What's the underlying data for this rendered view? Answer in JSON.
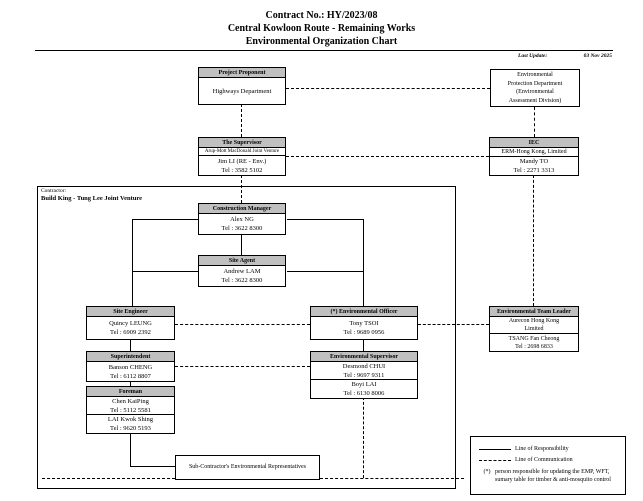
{
  "title": {
    "contract": "Contract No.: HY/2023/08",
    "project": "Central Kowloon Route - Remaining Works",
    "chart": "Environmental Organization Chart"
  },
  "last_update": {
    "label": "Last Update:",
    "value": "03 Nov 2025"
  },
  "contractor_frame": {
    "label": "Contractor:",
    "name": "Build King - Tung Lee Joint Venture"
  },
  "boxes": {
    "project_proponent": {
      "header": "Project Proponent",
      "body": "Highways Department"
    },
    "epd": {
      "line1": "Environmental",
      "line2": "Protection Department",
      "line3": "(Environmental",
      "line4": "Assessment Division)"
    },
    "supervisor": {
      "header": "The Supervisor",
      "org": "Arup-Mott MacDonald Joint Venture",
      "person": "Jim LI (RE - Env.)",
      "tel": "Tel : 3582 5102"
    },
    "iec": {
      "header": "IEC",
      "org": "ERM-Hong Kong, Limited",
      "person": "Mandy TO",
      "tel": "Tel : 2271 3313"
    },
    "construction_manager": {
      "header": "Construction Manager",
      "person": "Alex NG",
      "tel": "Tel : 3622 8300"
    },
    "site_agent": {
      "header": "Site Agent",
      "person": "Andrew LAM",
      "tel": "Tel : 3622 8300"
    },
    "site_engineer": {
      "header": "Site Engineer",
      "person": "Quincy LEUNG",
      "tel": "Tel : 6909 2392"
    },
    "environmental_officer": {
      "header": "(*) Environmental Officer",
      "person": "Tony TSOI",
      "tel": "Tel : 9689 0956"
    },
    "environmental_team_leader": {
      "header": "Environmental Team Leader",
      "org_line1": "Aurecon Hong Kong",
      "org_line2": "Limited",
      "person": "TSANG Fan Cheong",
      "tel": "Tel : 2698 6833"
    },
    "superintendent": {
      "header": "Superintendent",
      "person": "Banson CHENG",
      "tel": "Tel : 6112 8807"
    },
    "environmental_supervisor": {
      "header": "Environmental Supervisor",
      "person1": "Desmond CHUI",
      "tel1": "Tel : 9697 9311",
      "person2": "Boyi LAI",
      "tel2": "Tel : 6130 8006"
    },
    "foreman": {
      "header": "Foreman",
      "person1": "Chen KaiPing",
      "tel1": "Tel : 5112 5581",
      "person2": "LAI Kwok Shing",
      "tel2": "Tel : 9620 5193"
    },
    "subcontractor": {
      "body": "Sub-Contractor's Environmental Representatives"
    }
  },
  "legend": {
    "responsibility": "Line of Responsibility",
    "communication": "Line of Communication",
    "note_symbol": "(*)",
    "note_text": "person responsible for updating the EMP, WFT, sumary table for timber & anti-mosquito control"
  }
}
